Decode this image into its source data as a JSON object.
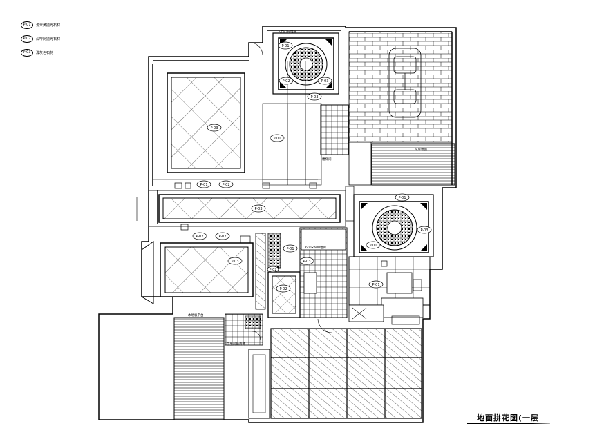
{
  "legend": [
    {
      "tag": "P-01",
      "text": "浅米黄抛光石材"
    },
    {
      "tag": "P-02",
      "text": "深啡网抛光石材"
    },
    {
      "tag": "P-03",
      "text": "浅灰色石材"
    }
  ],
  "title": "地面拼花图(一层",
  "labels": {
    "p03_living": "P-03",
    "p01_hall": "P-01",
    "p03_corridor": "P-03",
    "p03_dining": "P-03",
    "p01_left": "P-01",
    "p02_mid": "P-02",
    "p02_lower": "P-02",
    "p02_lower2": "P-02",
    "p01_med_top": "P-01",
    "p02_med_bl": "P-02",
    "p03_med_br": "P-03",
    "p03_med_bottom": "P-03",
    "p01_med2_top": "P-01",
    "p03_med2_right": "P-03",
    "p01_med2_left": "P-01",
    "p01_kitchen": "P-01",
    "p03_bath": "P-03",
    "p01_bath_top": "P-01",
    "p02_bath": "P-02",
    "p02_small": "P-02",
    "note_entry": "入口门厅铺地",
    "note_garage": "车库地面",
    "note_stair": "楼梯间",
    "note_kitchen": "600×600地砖",
    "note_terrace": "木地板平台",
    "note_toilet": "卫生间防滑砖"
  },
  "colors": {
    "line": "#000000",
    "background": "#ffffff"
  }
}
